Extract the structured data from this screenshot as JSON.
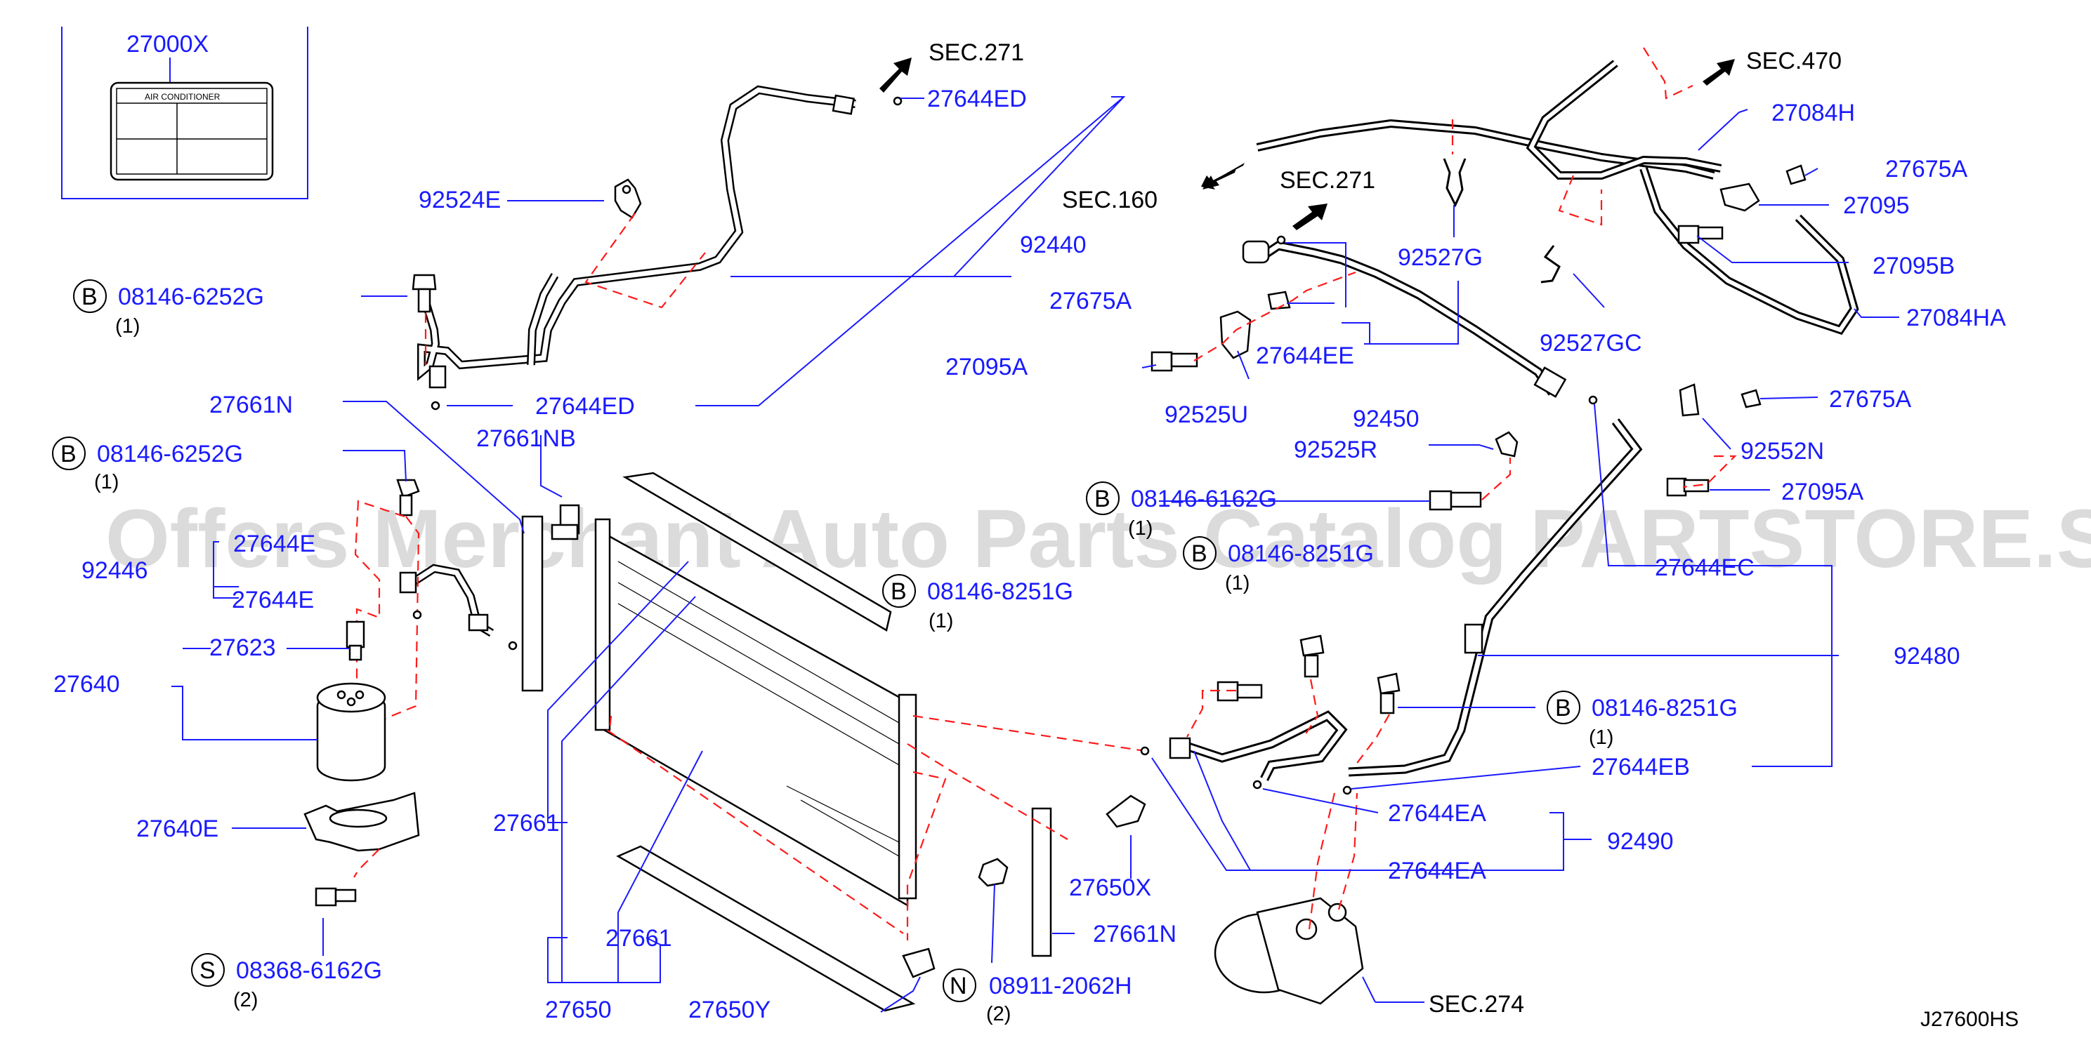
{
  "diagram_code": "J27600HS",
  "watermark": "Offers Merchant Auto Parts Catalog PARTSTORE.SA",
  "label_box": {
    "part_number": "27000X",
    "title": "AIR   CONDITIONER"
  },
  "section_refs": {
    "sec271_top": "SEC.271",
    "sec271_mid": "SEC.271",
    "sec160": "SEC.160",
    "sec470": "SEC.470",
    "sec274": "SEC.274"
  },
  "callouts": {
    "c92524E": "92524E",
    "c92440": "92440",
    "c27644ED_top": "27644ED",
    "c27644ED_mid": "27644ED",
    "c08146_6252G_a": "08146-6252G",
    "c08146_6252G_b": "08146-6252G",
    "c27661N_left": "27661N",
    "c27661NB": "27661NB",
    "c27644E_top": "27644E",
    "c92446": "92446",
    "c27644E_bot": "27644E",
    "c27623": "27623",
    "c27640": "27640",
    "c27640E": "27640E",
    "c08368_6162G": "08368-6162G",
    "c27661_left": "27661",
    "c27661_bot": "27661",
    "c27650": "27650",
    "c27650Y": "27650Y",
    "c08911_2062H": "08911-2062H",
    "c27661N_right": "27661N",
    "c27650X": "27650X",
    "c08146_8251G_a": "08146-8251G",
    "c08146_8251G_b": "08146-8251G",
    "c08146_8251G_c": "08146-8251G",
    "c08146_6162G": "08146-6162G",
    "c27675A_a": "27675A",
    "c27095A_a": "27095A",
    "c27644EE": "27644EE",
    "c92525U": "92525U",
    "c92450": "92450",
    "c92525R": "92525R",
    "c92527G": "92527G",
    "c92527GC": "92527GC",
    "c27084H": "27084H",
    "c27675A_b": "27675A",
    "c27095": "27095",
    "c27095B": "27095B",
    "c27084HA": "27084HA",
    "c27675A_c": "27675A",
    "c92552N": "92552N",
    "c27095A_b": "27095A",
    "c27644EC": "27644EC",
    "c92480": "92480",
    "c27644EB": "27644EB",
    "c27644EA_a": "27644EA",
    "c92490": "92490",
    "c27644EA_b": "27644EA"
  },
  "prefixes": {
    "p1": "B",
    "p2": "B",
    "p3": "S",
    "p4": "N",
    "p5": "B",
    "p6": "B",
    "p7": "B",
    "p8": "B"
  },
  "quantities": {
    "q1": "(1)",
    "q2": "(1)",
    "q3": "(2)",
    "q4": "(2)",
    "q5": "(1)",
    "q6": "(1)",
    "q7": "(1)",
    "q8": "(1)"
  }
}
